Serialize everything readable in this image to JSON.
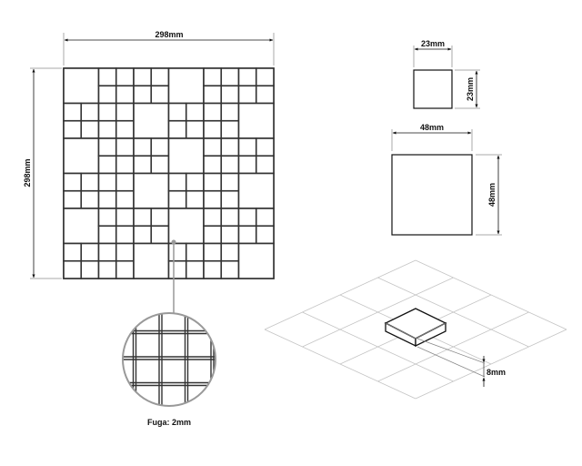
{
  "mosaic": {
    "width_label": "298mm",
    "height_label": "298mm",
    "grid_units": 12,
    "layout_bands": [
      {
        "large_cols": [
          0,
          6
        ]
      },
      {
        "large_cols": [
          4,
          10
        ]
      },
      {
        "large_cols": [
          0,
          6
        ]
      },
      {
        "large_cols": [
          4,
          10
        ]
      },
      {
        "large_cols": [
          0,
          6
        ]
      },
      {
        "large_cols": [
          4,
          10
        ]
      }
    ]
  },
  "small_tile": {
    "width_label": "23mm",
    "height_label": "23mm"
  },
  "large_tile": {
    "width_label": "48mm",
    "height_label": "48mm"
  },
  "detail": {
    "caption": "Fuga: 2mm"
  },
  "isometric": {
    "thickness_label": "8mm"
  },
  "colors": {
    "line": "#333333",
    "dim": "#999999",
    "grid": "#bbbbbb",
    "text": "#111111"
  }
}
